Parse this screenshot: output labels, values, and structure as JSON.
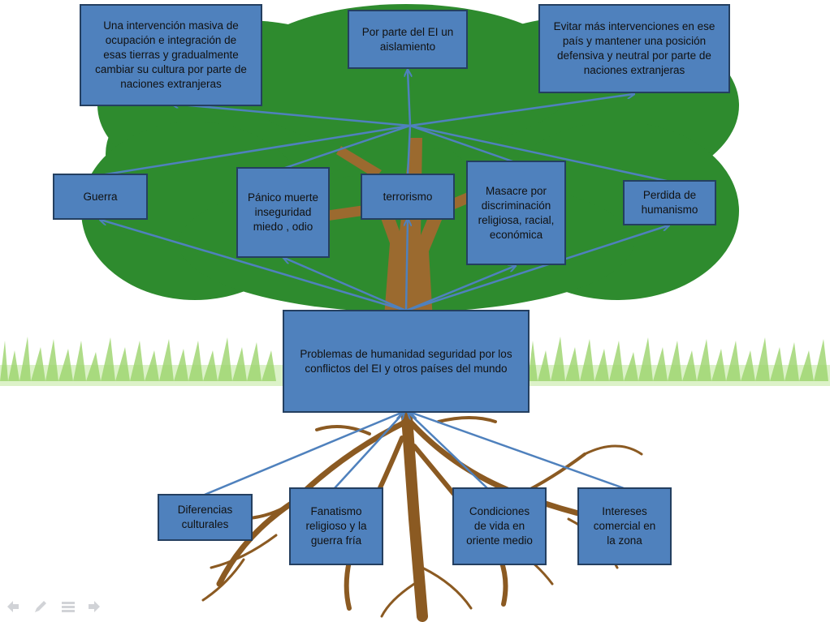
{
  "colors": {
    "box_fill": "#4F81BD",
    "box_border": "#243F60",
    "arrow": "#4F81BD",
    "foliage": "#2E8B2E",
    "trunk": "#9B6A2F",
    "grass": "#9BD36B"
  },
  "effects": {
    "e1": "Una intervención masiva de\nocupación e integración de\nesas tierras  y gradualmente\ncambiar su cultura por parte de\nnaciones extranjeras",
    "e2": "Por parte del EI un\naislamiento",
    "e3": "Evitar más intervenciones en ese\npaís y mantener una posición\ndefensiva y neutral por parte de\nnaciones extranjeras"
  },
  "consequences": {
    "c1": "Guerra",
    "c2": "Pánico muerte\ninseguridad\nmiedo , odio",
    "c3": "terrorismo",
    "c4": "Masacre por\ndiscriminación\nreligiosa, racial,\neconómica",
    "c5": "Perdida de\nhumanismo"
  },
  "problem": "Problemas de humanidad seguridad por los\nconflictos del EI y otros países del mundo",
  "causes": {
    "r1": "Diferencias\nculturales",
    "r2": "Fanatismo\nreligioso y la\nguerra fría",
    "r3": "Condiciones\nde vida en\noriente medio",
    "r4": "Intereses\ncomercial en\nla zona"
  },
  "controls": [
    "back-icon",
    "pen-icon",
    "menu-icon",
    "forward-icon"
  ]
}
